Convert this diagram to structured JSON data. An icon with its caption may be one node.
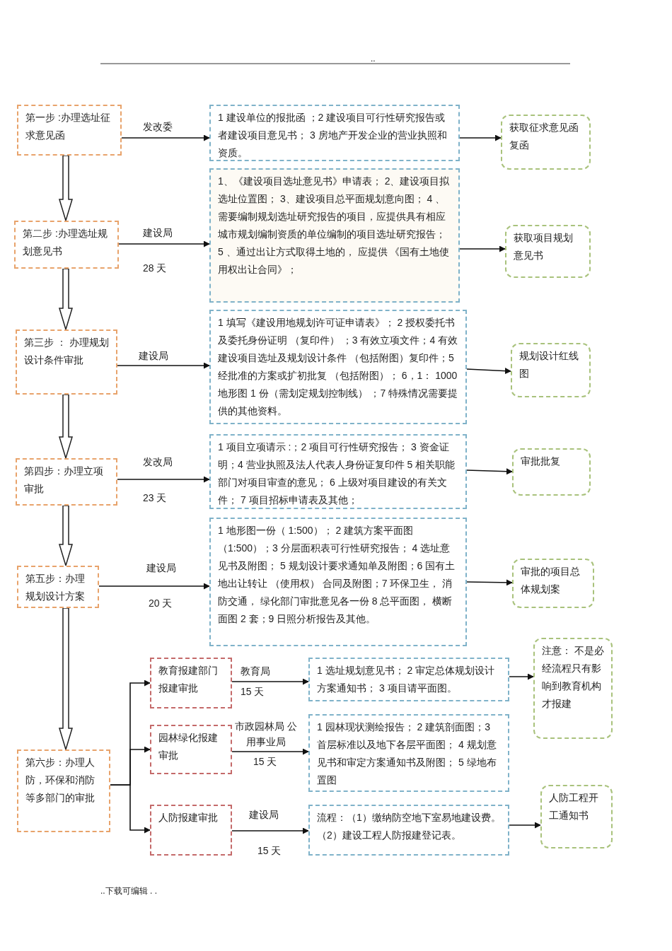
{
  "diagram": {
    "nodes": [
      {
        "text": [
          "第一步 :办理选址征求意见函"
        ]
      },
      {
        "text": [
          "1 建设单位的报批函 ；2 建设项目可行性研究报告或者建设项目意见书； 3 房地产开发企业的营业执照和资质。"
        ]
      },
      {
        "text": [
          "获取征求意见函复函"
        ]
      },
      {
        "text": [
          "第二步 :办理选址规划意见书"
        ]
      },
      {
        "text": [
          "1、《建设项目选址意见书》申请表； 2、建设项目拟选址位置图； 3、建设项目总平面规划意向图； 4 、需要编制规划选址研究报告的项目，应提供具有相应城市规划编制资质的单位编制的项目选址研究报告； 5 、通过出让方式取得土地的， 应提供 《国有土地使用权出让合同》；"
        ]
      },
      {
        "text": [
          "获取项目规划意见书"
        ]
      },
      {
        "text": [
          "第三步 ： 办理规划设计条件审批"
        ]
      },
      {
        "text": [
          "1 填写《建设用地规划许可证申请表》； 2 授权委托书及委托身份证明 （复印件） ；3 有效立项文件；4 有效建设项目选址及规划设计条件 （包括附图）复印件；5 经批准的方案或扩初批复 （包括附图）； 6，1： 1000 地形图 1 份（需划定规划控制线） ；7 特殊情况需要提供的其他资料。"
        ]
      },
      {
        "text": [
          "规划设计红线图"
        ]
      },
      {
        "text": [
          "第四步：办理立项审批"
        ]
      },
      {
        "text": [
          "1 项目立项请示 :；2 项目可行性研究报告； 3 资金证明；4 营业执照及法人代表人身份证复印件 5 相关职能部门对项目审查的意见； 6 上级对项目建设的有关文件； 7 项目招标申请表及其他；"
        ]
      },
      {
        "text": [
          "审批批复"
        ]
      },
      {
        "text": [
          "第五步：办理规划设计方案"
        ]
      },
      {
        "text": [
          "1 地形图一份（ 1:500）； 2 建筑方案平面图（1:500）；3 分层面积表可行性研究报告； 4 选址意见书及附图； 5 规划设计要求通知单及附图；6 国有土地出让转让 （使用权） 合同及附图；7 环保卫生， 消防交通， 绿化部门审批意见各一份 8 总平面图， 横断面图 2 套；9 日照分析报告及其他。"
        ]
      },
      {
        "text": [
          "审批的项目总体规划案"
        ]
      },
      {
        "text": [
          "第六步：办理人防，环保和消防等多部门的审批"
        ]
      },
      {
        "text": [
          "教育报建部门报建审批"
        ]
      },
      {
        "text": [
          "园林绿化报建审批"
        ]
      },
      {
        "text": [
          "人防报建审批"
        ]
      },
      {
        "text": [
          "1 选址规划意见书； 2 审定总体规划设计方案通知书； 3 项目请平面图。"
        ]
      },
      {
        "text": [
          "1 园林现状测绘报告； 2 建筑剖面图；3 首层标准以及地下各层平面图； 4 规划意见书和审定方案通知书及附图； 5 绿地布置图"
        ]
      },
      {
        "text": [
          "流程：（1）缴纳防空地下室易地建设费。（2）建设工程人防报建登记表。"
        ]
      },
      {
        "text": [
          "注意： 不是必经流程只有影响到教育机构才报建"
        ]
      },
      {
        "text": [
          "人防工程开工通知书"
        ]
      }
    ],
    "edges": [
      {
        "from": 0,
        "to": 1,
        "arrow": "to",
        "label": "发改委"
      },
      {
        "from": 1,
        "to": 2,
        "arrow": "to"
      },
      {
        "from": 0,
        "to": 3,
        "arrow": "to",
        "style": "thick"
      },
      {
        "from": 3,
        "to": 4,
        "arrow": "to",
        "label": "建设局"
      },
      {
        "from": 4,
        "to": 5,
        "arrow": "to"
      },
      {
        "from": 3,
        "to": 6,
        "arrow": "to",
        "style": "thick"
      },
      {
        "from": 6,
        "to": 7,
        "arrow": "to",
        "label": "建设局"
      },
      {
        "from": 7,
        "to": 8,
        "arrow": "to"
      },
      {
        "from": 6,
        "to": 9,
        "arrow": "to",
        "style": "thick"
      },
      {
        "from": 9,
        "to": 10,
        "arrow": "to",
        "label": "发改局"
      },
      {
        "from": 10,
        "to": 11,
        "arrow": "to"
      },
      {
        "from": 9,
        "to": 12,
        "arrow": "to",
        "style": "thick"
      },
      {
        "from": 12,
        "to": 13,
        "arrow": "to",
        "label": "建设局"
      },
      {
        "from": 13,
        "to": 14,
        "arrow": "to"
      },
      {
        "from": 12,
        "to": 15,
        "arrow": "to",
        "style": "thick"
      },
      {
        "from": 15,
        "to": 16,
        "arrow": "to"
      },
      {
        "from": 15,
        "to": 17,
        "arrow": "to"
      },
      {
        "from": 15,
        "to": 18,
        "arrow": "to"
      },
      {
        "from": 16,
        "to": 19,
        "arrow": "to",
        "label": "教育局"
      },
      {
        "from": 17,
        "to": 20,
        "arrow": "to",
        "label": "市政园林局 公用事业局"
      },
      {
        "from": 18,
        "to": 21,
        "arrow": "to",
        "label": "建设局"
      },
      {
        "from": 19,
        "to": 22,
        "arrow": "to"
      },
      {
        "from": 21,
        "to": 23,
        "arrow": "to"
      }
    ],
    "labels": [
      "..",
      "28 天",
      "23 天",
      "20 天",
      "15 天",
      "15 天",
      "15 天",
      "..下载可编辑 . ."
    ]
  }
}
